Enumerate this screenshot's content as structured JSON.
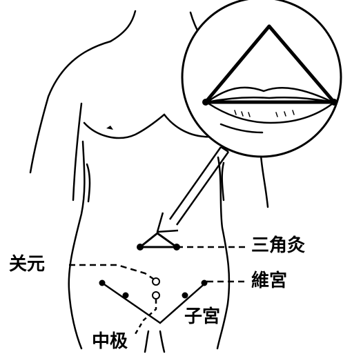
{
  "labels": {
    "triangle_moxibustion": "三角灸",
    "guanyuan": "关元",
    "weibao": "維宮",
    "zigong": "子宮",
    "zhongji": "中极"
  },
  "colors": {
    "ink": "#000000",
    "paper": "#ffffff"
  }
}
